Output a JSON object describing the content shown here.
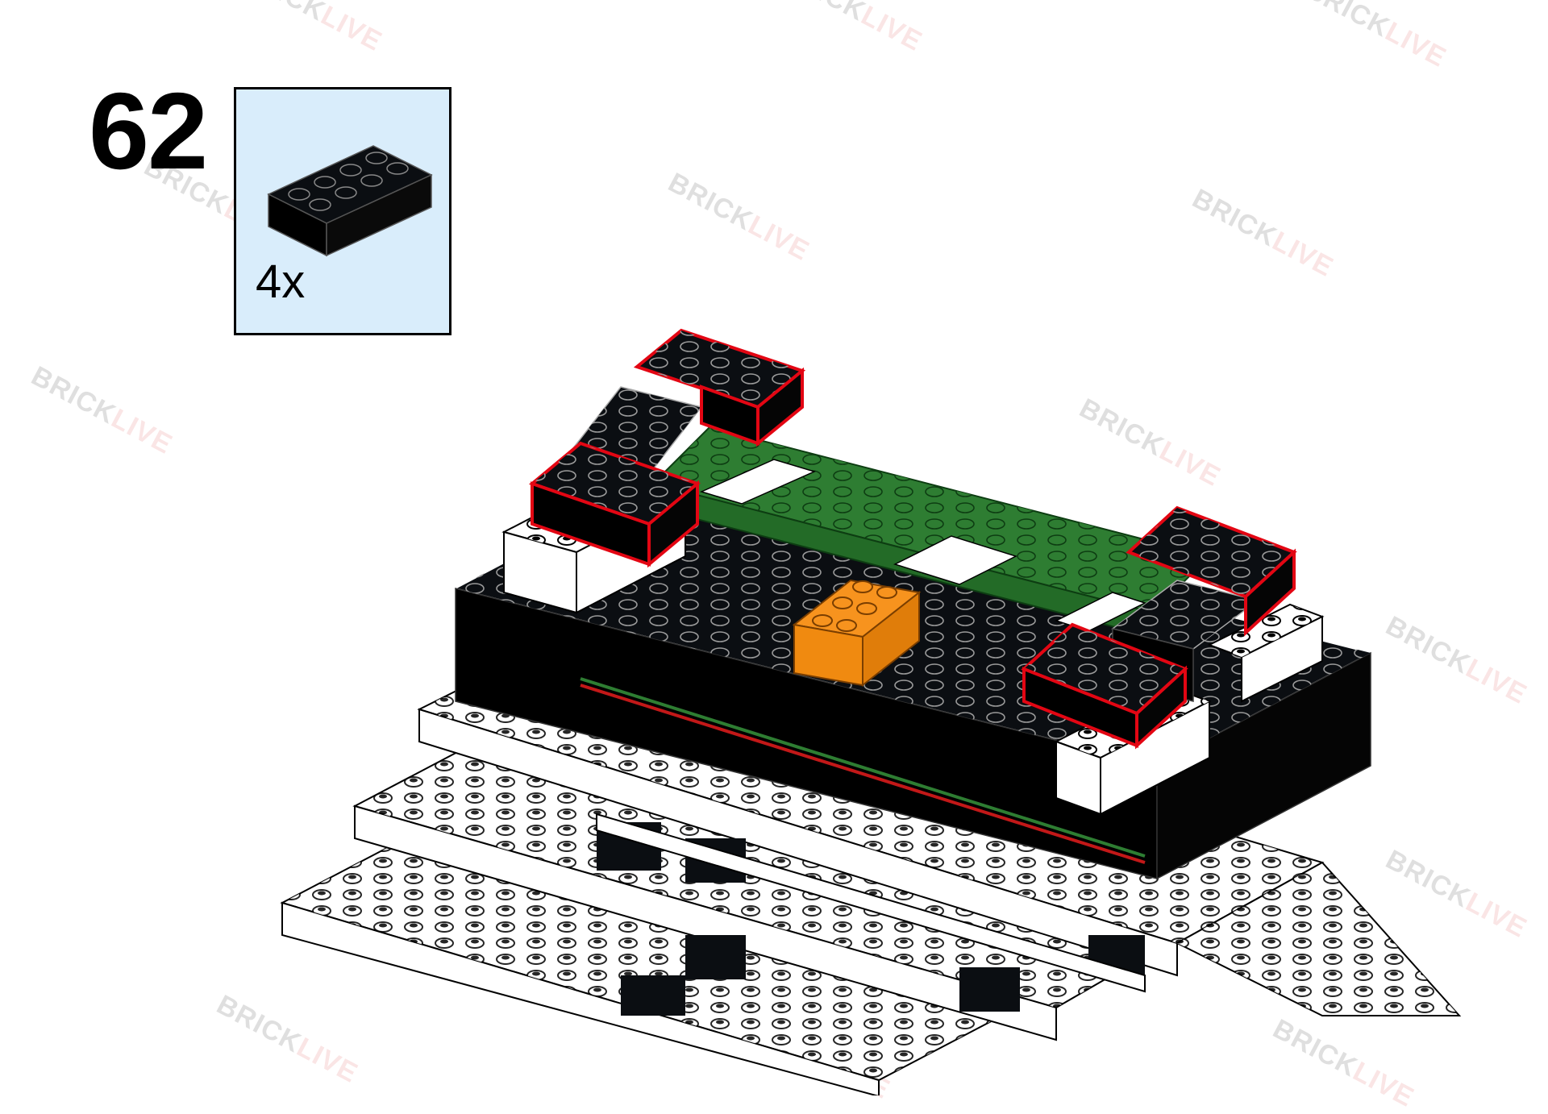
{
  "step": {
    "number": "62"
  },
  "parts": [
    {
      "quantity": "4x",
      "color": "#0b0e12",
      "description": "2x4 brick"
    }
  ],
  "watermark": {
    "part1": "BRICK",
    "part2": "LIVE"
  },
  "colors": {
    "black": "#0b0e12",
    "green": "#2e7d32",
    "orange": "#f7931e",
    "white": "#ffffff",
    "highlight": "#e30613",
    "parts_box_bg": "#d9edfb"
  }
}
